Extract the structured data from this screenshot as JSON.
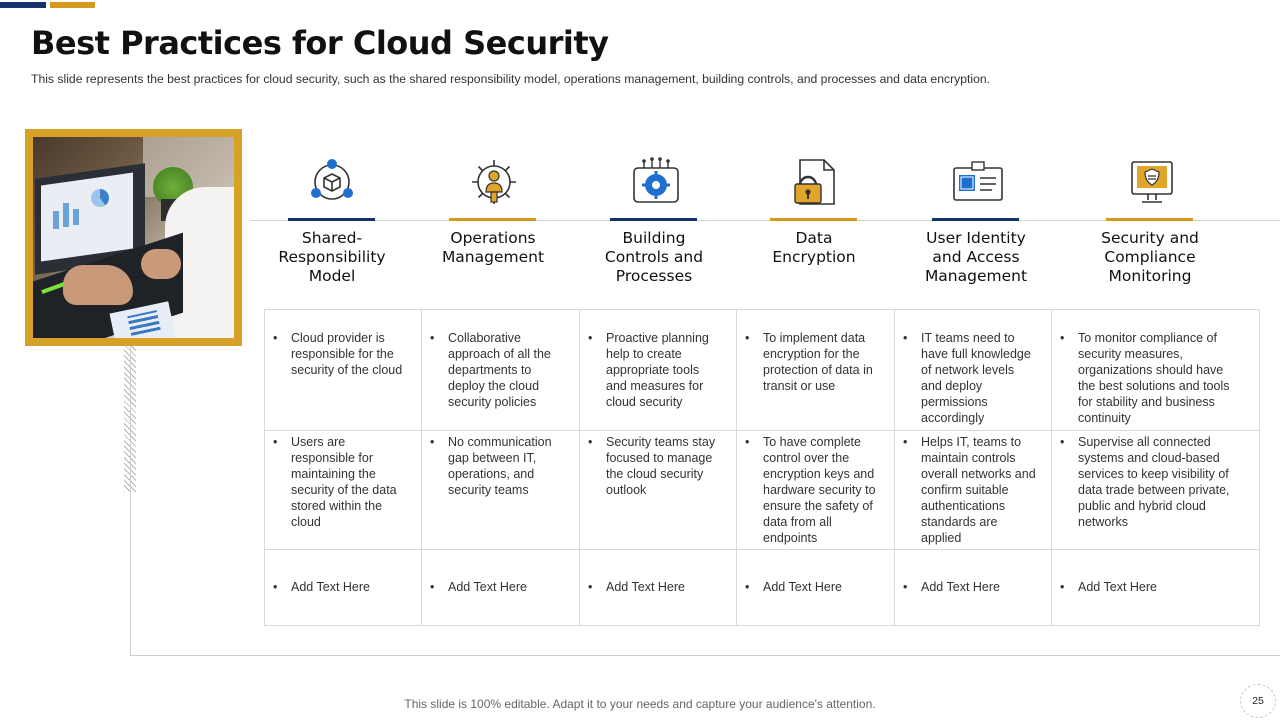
{
  "header": {
    "title": "Best Practices for Cloud Security",
    "subtitle": "This slide represents the best practices for cloud security, such as the shared responsibility model, operations management,  building controls, and processes and data encryption."
  },
  "colors": {
    "navy": "#14336e",
    "gold": "#d59a1c",
    "blue_icon": "#1f6fd1"
  },
  "columns": [
    {
      "icon": "network-cube-icon",
      "heading": "Shared-\nResponsibility\nModel",
      "accent": "navy"
    },
    {
      "icon": "gear-person-icon",
      "heading": "Operations\nManagement",
      "accent": "gold"
    },
    {
      "icon": "gear-circuit-icon",
      "heading": "Building\nControls and\nProcesses",
      "accent": "navy"
    },
    {
      "icon": "padlock-document-icon",
      "heading": "Data\nEncryption",
      "accent": "gold"
    },
    {
      "icon": "id-card-icon",
      "heading": "User Identity\nand Access\nManagement",
      "accent": "navy"
    },
    {
      "icon": "monitor-shield-icon",
      "heading": "Security and\nCompliance\nMonitoring",
      "accent": "gold"
    }
  ],
  "rows": [
    [
      "Cloud provider  is\nresponsible for the\nsecurity of the cloud",
      "Collaborative\napproach  of all the\ndepartments to\ndeploy the cloud\nsecurity policies",
      "Proactive planning\nhelp to create\nappropriate tools\nand measures for\ncloud security",
      "To implement data\nencryption for the\nprotection of data in\ntransit or use",
      "IT teams need to\nhave full knowledge\nof network levels\nand deploy\npermissions\naccordingly",
      "To monitor compliance of\nsecurity measures,\norganizations should have\nthe best solutions and tools\nfor stability and business\ncontinuity"
    ],
    [
      "Users are\nresponsible for\nmaintaining the\nsecurity of the data\nstored within the\ncloud",
      "No communication\ngap between IT,\noperations, and\nsecurity teams",
      "Security teams stay\nfocused to manage\nthe cloud security\noutlook",
      "To have complete\ncontrol over the\nencryption keys and\nhardware  security to\nensure the safety of\ndata from  all\nendpoints",
      "Helps IT, teams to\nmaintain controls\noverall networks and\nconfirm suitable\nauthentications\nstandards are\napplied",
      "Supervise  all connected\nsystems and cloud-based\nservices to keep visibility of\ndata trade between private,\npublic and hybrid cloud\nnetworks"
    ],
    [
      "Add Text Here",
      "Add Text Here",
      "Add Text Here",
      "Add Text Here",
      "Add Text Here",
      "Add Text Here"
    ]
  ],
  "bullet_char": "•",
  "footer": {
    "text": "This slide is 100% editable. Adapt it to your needs and capture your audience's attention.",
    "page_number": "25"
  }
}
